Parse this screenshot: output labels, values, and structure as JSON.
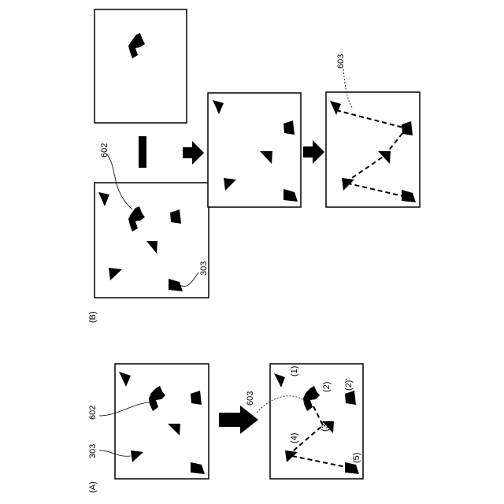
{
  "colors": {
    "ink": "#000000",
    "paper": "#ffffff"
  },
  "labels": {
    "fig_a": "(A)",
    "fig_b": "(B)",
    "ref_303": "303",
    "ref_602": "602",
    "ref_603": "603",
    "order_1": "(1)",
    "order_2": "(2)",
    "order_2p": "(2)'",
    "order_3": "(3)",
    "order_4": "(4)",
    "order_5": "(5)"
  }
}
